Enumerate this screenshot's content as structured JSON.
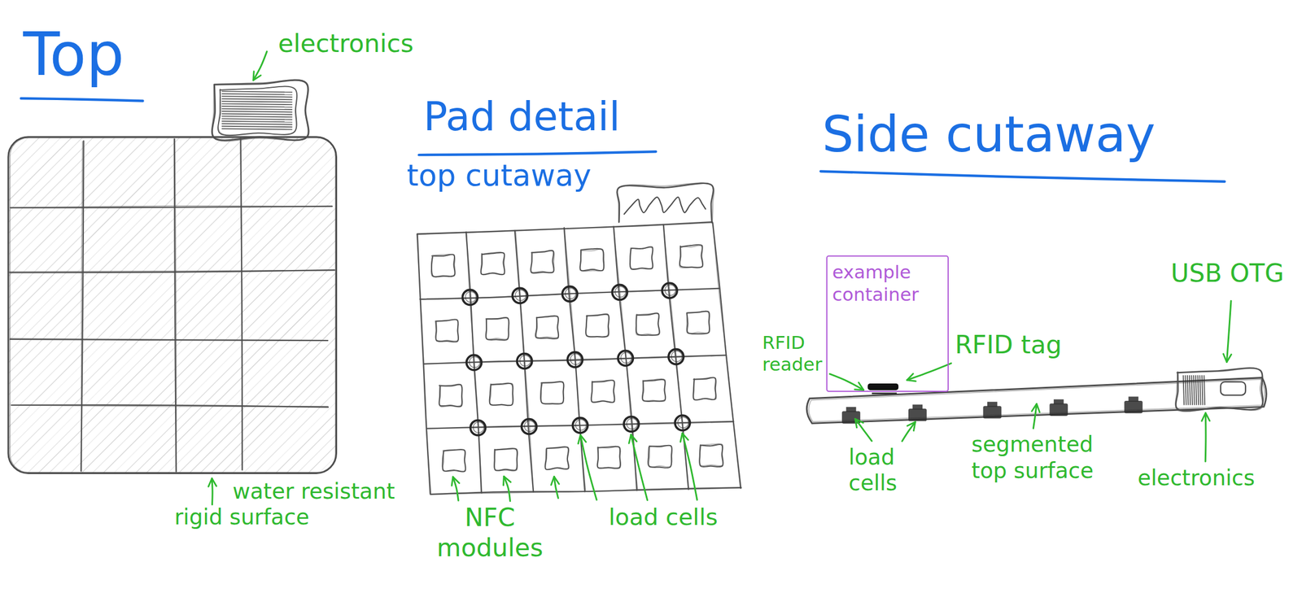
{
  "diagram": {
    "nodes": [
      {
        "text": [
          "example container"
        ]
      }
    ],
    "labels": [
      "Top",
      "electronics",
      "Pad detail",
      "top cutaway",
      "Side cutaway",
      "RFID reader",
      "RFID tag",
      "USB OTG",
      "water resistant rigid surface",
      "NFC modules",
      "load cells",
      "load cells",
      "segmented top surface",
      "electronics"
    ]
  }
}
